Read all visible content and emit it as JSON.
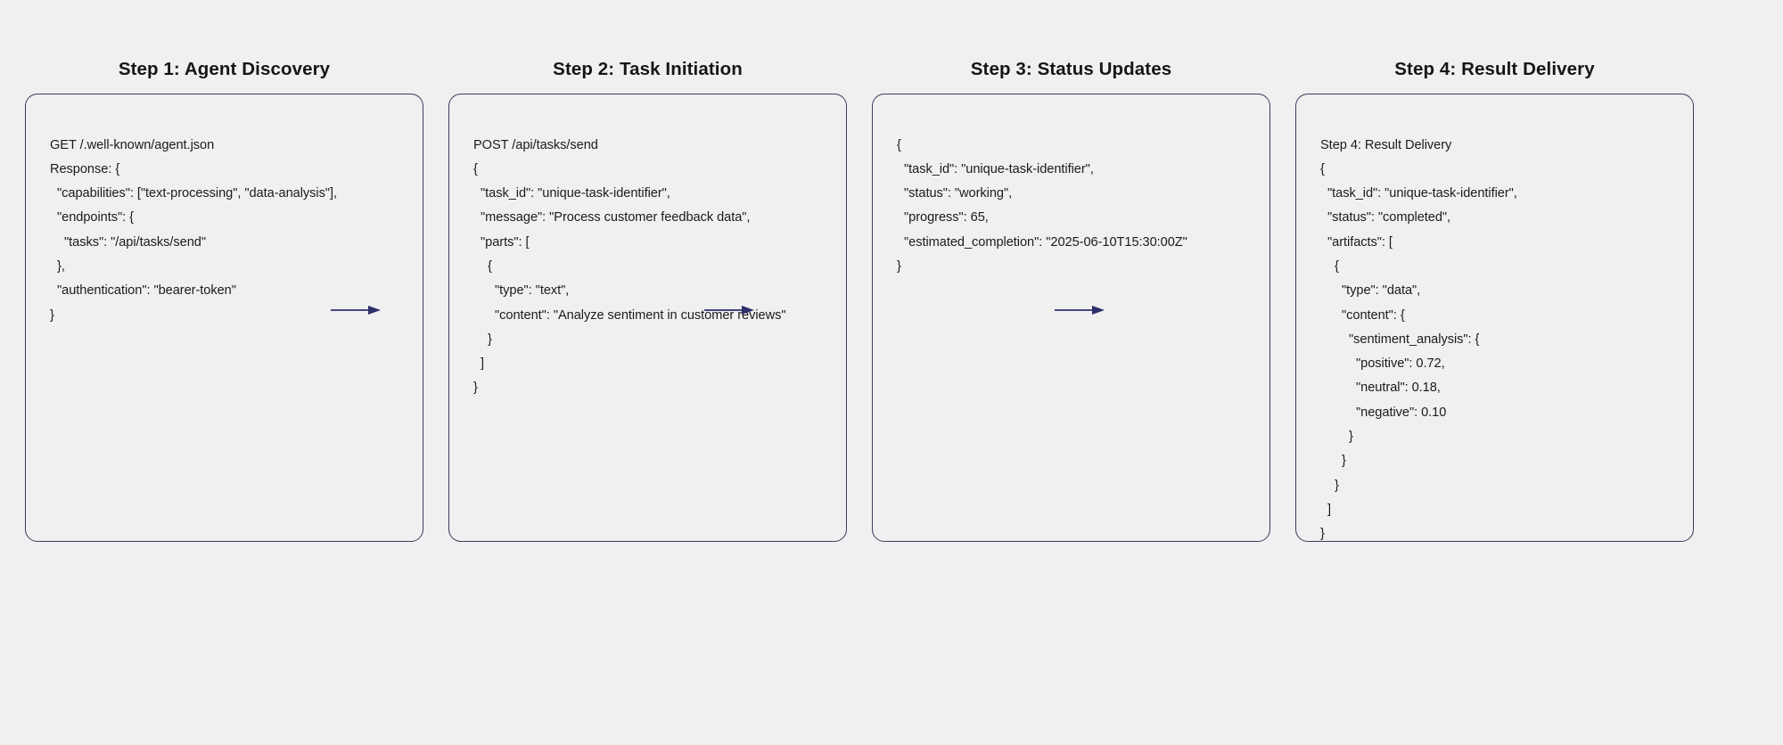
{
  "diagram": {
    "background_color": "#f0f0f0",
    "border_color": "#3b3b5c",
    "arrow_color": "#2d2f6b",
    "text_color": "#1b1b1b",
    "title_color": "#161616",
    "steps": [
      {
        "title": "Step 1: Agent Discovery",
        "lines": [
          "GET /.well-known/agent.json",
          "Response: {",
          "  \"capabilities\": [\"text-processing\", \"data-analysis\"],",
          "  \"endpoints\": {",
          "    \"tasks\": \"/api/tasks/send\"",
          "  },",
          "  \"authentication\": \"bearer-token\"",
          "}"
        ]
      },
      {
        "title": "Step 2: Task Initiation",
        "lines": [
          "POST /api/tasks/send",
          "{",
          "  \"task_id\": \"unique-task-identifier\",",
          "  \"message\": \"Process customer feedback data\",",
          "  \"parts\": [",
          "    {",
          "      \"type\": \"text\",",
          "      \"content\": \"Analyze sentiment in customer reviews\"",
          "    }",
          "  ]",
          "}"
        ]
      },
      {
        "title": "Step 3: Status Updates",
        "lines": [
          "{",
          "  \"task_id\": \"unique-task-identifier\",",
          "  \"status\": \"working\",",
          "  \"progress\": 65,",
          "  \"estimated_completion\": \"2025-06-10T15:30:00Z\"",
          "}"
        ]
      },
      {
        "title": "Step 4: Result Delivery",
        "lines": [
          "Step 4: Result Delivery",
          "{",
          "  \"task_id\": \"unique-task-identifier\",",
          "  \"status\": \"completed\",",
          "  \"artifacts\": [",
          "    {",
          "      \"type\": \"data\",",
          "      \"content\": {",
          "        \"sentiment_analysis\": {",
          "          \"positive\": 0.72,",
          "          \"neutral\": 0.18,",
          "          \"negative\": 0.10",
          "        }",
          "      }",
          "    }",
          "  ]",
          "}"
        ]
      }
    ],
    "connectors": [
      {
        "from": "Step 1: Agent Discovery",
        "to": "Step 2: Task Initiation",
        "glyph": "arrow-right"
      },
      {
        "from": "Step 2: Task Initiation",
        "to": "Step 3: Status Updates",
        "glyph": "arrow-right"
      },
      {
        "from": "Step 3: Status Updates",
        "to": "Step 4: Result Delivery",
        "glyph": "arrow-right"
      }
    ]
  }
}
